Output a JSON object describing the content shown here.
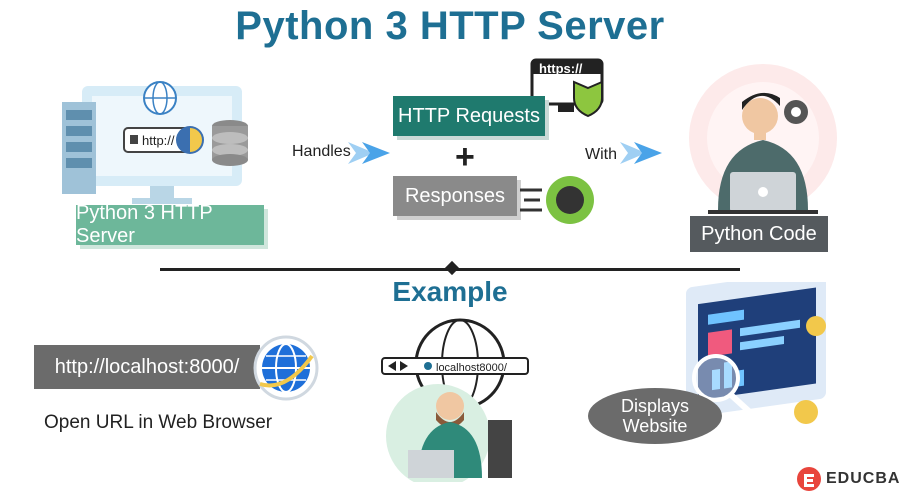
{
  "title": "Python 3 HTTP Server",
  "server": {
    "label": "Python 3 HTTP Server",
    "url_text": "http://"
  },
  "flow": {
    "handles": "Handles",
    "requests": "HTTP Requests",
    "plus": "+",
    "responses": "Responses",
    "with": "With",
    "https_text": "https://"
  },
  "code": {
    "label": "Python Code"
  },
  "example": {
    "heading": "Example",
    "url": "http://localhost:8000/",
    "open_text": "Open URL in Web Browser",
    "browser_bar": "localhost8000/",
    "displays_line1": "Displays",
    "displays_line2": "Website"
  },
  "brand": {
    "name": "EDUCBA",
    "color": "#e8453c"
  },
  "colors": {
    "title": "#1e6f93",
    "arrow": "#4aa3e8",
    "green": "#6db79a",
    "teal": "#1f7a6e"
  }
}
